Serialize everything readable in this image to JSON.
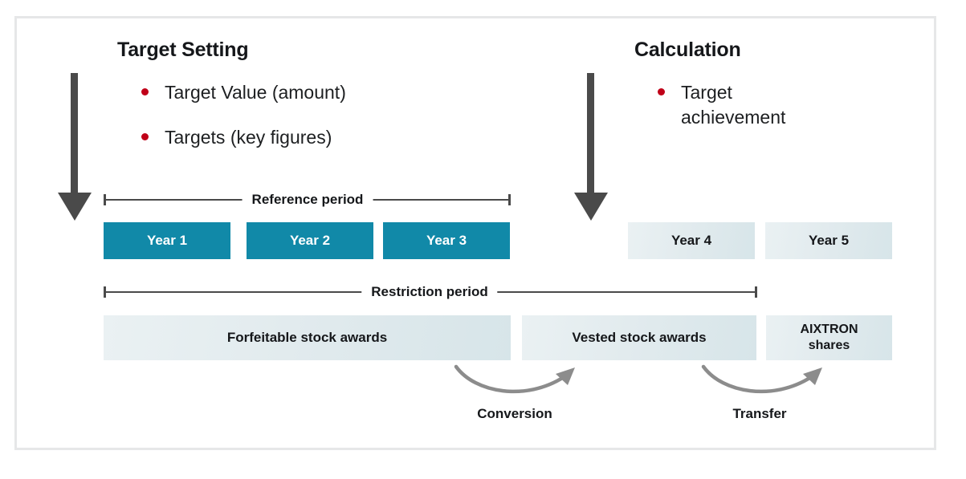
{
  "frame": {
    "border_color": "#e6e7e8",
    "background": "#ffffff"
  },
  "colors": {
    "teal": "#1189a8",
    "pale_start": "#eaf1f3",
    "pale_end": "#d7e5e9",
    "bullet_red": "#c00018",
    "arrow_gray": "#4a4a4a",
    "curve_gray": "#8c8c8c",
    "text_dark": "#15171a"
  },
  "left_column": {
    "heading": "Target Setting",
    "bullets": [
      {
        "text": "Target Value (amount)"
      },
      {
        "text": "Targets (key figures)"
      }
    ]
  },
  "right_column": {
    "heading": "Calculation",
    "bullets": [
      {
        "text": "Target\nachievement"
      }
    ]
  },
  "brackets": [
    {
      "id": "reference-period",
      "label": "Reference period"
    },
    {
      "id": "restriction-period",
      "label": "Restriction period"
    }
  ],
  "year_bars": [
    {
      "label": "Year 1",
      "style": "teal"
    },
    {
      "label": "Year 2",
      "style": "teal"
    },
    {
      "label": "Year 3",
      "style": "teal"
    },
    {
      "label": "Year 4",
      "style": "pale"
    },
    {
      "label": "Year 5",
      "style": "pale"
    }
  ],
  "award_bars": [
    {
      "label": "Forfeitable stock awards",
      "style": "pale"
    },
    {
      "label": "Vested stock awards",
      "style": "pale"
    },
    {
      "label": "AIXTRON\nshares",
      "style": "pale"
    }
  ],
  "flow_arrows": [
    {
      "caption": "Conversion"
    },
    {
      "caption": "Transfer"
    }
  ],
  "down_arrows": [
    {
      "name": "target-setting-down-arrow"
    },
    {
      "name": "calculation-down-arrow"
    }
  ]
}
